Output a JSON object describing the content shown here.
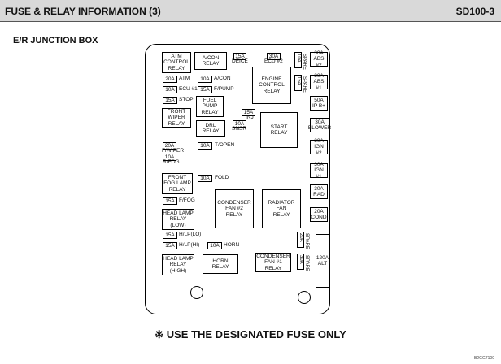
{
  "header": {
    "title": "FUSE & RELAY INFORMATION (3)",
    "code": "SD100-3"
  },
  "section_title": "E/R JUNCTION BOX",
  "relays": {
    "atm": "ATM\nCONTROL\nRELAY",
    "acon": "A/CON\nRELAY",
    "fuel_pump": "FUEL\nPUMP\nRELAY",
    "front_wiper": "FRONT\nWIPER\nRELAY",
    "drl": "DRL\nRELAY",
    "engine_control": "ENGINE\nCONTROL\nRELAY",
    "start": "START\nRELAY",
    "front_fog": "FRONT\nFOG LAMP\nRELAY",
    "condenser_fan2": "CONDENSER\nFAN #2\nRELAY",
    "radiator_fan": "RADIATOR\nFAN\nRELAY",
    "head_lamp_low": "HEAD LAMP\nRELAY\n(LOW)",
    "head_lamp_high": "HEAD LAMP\nRELAY\n(HIGH)",
    "horn": "HORN\nRELAY",
    "condenser_fan1": "CONDENSER\nFAN #1\nRELAY"
  },
  "fuses": {
    "deice": {
      "rating": "15A",
      "label": "DEICE"
    },
    "ecu2": {
      "rating": "30A",
      "label": "ECU #2"
    },
    "atm": {
      "rating": "20A",
      "label": "ATM"
    },
    "acon": {
      "rating": "10A",
      "label": "A/CON"
    },
    "ecu1": {
      "rating": "10A",
      "label": "ECU #1"
    },
    "fpump": {
      "rating": "15A",
      "label": "F/PUMP"
    },
    "stop": {
      "rating": "15A",
      "label": "STOP"
    },
    "inj": {
      "rating": "15A",
      "label": "INJ"
    },
    "snsr": {
      "rating": "10A",
      "label": "SNSR"
    },
    "fwiper": {
      "rating": "20A",
      "label": "F/WIPER"
    },
    "rfog": {
      "rating": "10A",
      "label": "R/FOG"
    },
    "topen": {
      "rating": "10A",
      "label": "T/OPEN"
    },
    "fold": {
      "rating": "10A",
      "label": "FOLD"
    },
    "ffog": {
      "rating": "15A",
      "label": "F/FOG"
    },
    "hlplo": {
      "rating": "15A",
      "label": "H/LP(LO)"
    },
    "hlphi": {
      "rating": "15A",
      "label": "H/LP(HI)"
    },
    "horn": {
      "rating": "10A",
      "label": "HORN"
    }
  },
  "spares": {
    "s10a": {
      "rating": "10A",
      "label": "SPARE"
    },
    "s15a": {
      "rating": "15A",
      "label": "SPARE"
    },
    "s20a": {
      "rating": "20A",
      "label": "SPARE"
    },
    "s30a": {
      "rating": "30A",
      "label": "SPARE"
    }
  },
  "fusible_links": {
    "abs2": "30A\nABS #2",
    "abs1": "30A\nABS #1",
    "ipb": "50A\nIP B+",
    "blower": "30A\nBLOWER",
    "ign2": "30A\nIGN #2",
    "ign1": "30A\nIGN #1",
    "rad": "30A\nRAD",
    "cond": "20A\nCOND",
    "alt": "120A\nALT"
  },
  "note": "※ USE THE DESIGNATED FUSE ONLY",
  "footer_code": "B2GG7100"
}
